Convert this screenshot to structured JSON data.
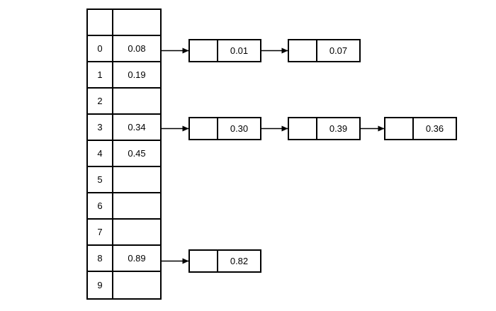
{
  "diagram": {
    "title": "hash-table-with-separate-chaining",
    "colors": {
      "stroke": "#000000",
      "background": "#ffffff",
      "text": "#000000"
    },
    "bucket_table": {
      "header_row": {
        "index": "",
        "value": ""
      },
      "rows": [
        {
          "index": "0",
          "value": "0.08"
        },
        {
          "index": "1",
          "value": "0.19"
        },
        {
          "index": "2",
          "value": ""
        },
        {
          "index": "3",
          "value": "0.34"
        },
        {
          "index": "4",
          "value": "0.45"
        },
        {
          "index": "5",
          "value": ""
        },
        {
          "index": "6",
          "value": ""
        },
        {
          "index": "7",
          "value": ""
        },
        {
          "index": "8",
          "value": "0.89"
        },
        {
          "index": "9",
          "value": ""
        }
      ]
    },
    "chains": [
      {
        "from_bucket": "0",
        "nodes": [
          {
            "pointer": "",
            "value": "0.01"
          },
          {
            "pointer": "",
            "value": "0.07"
          }
        ]
      },
      {
        "from_bucket": "3",
        "nodes": [
          {
            "pointer": "",
            "value": "0.30"
          },
          {
            "pointer": "",
            "value": "0.39"
          },
          {
            "pointer": "",
            "value": "0.36"
          }
        ]
      },
      {
        "from_bucket": "8",
        "nodes": [
          {
            "pointer": "",
            "value": "0.82"
          }
        ]
      }
    ]
  }
}
